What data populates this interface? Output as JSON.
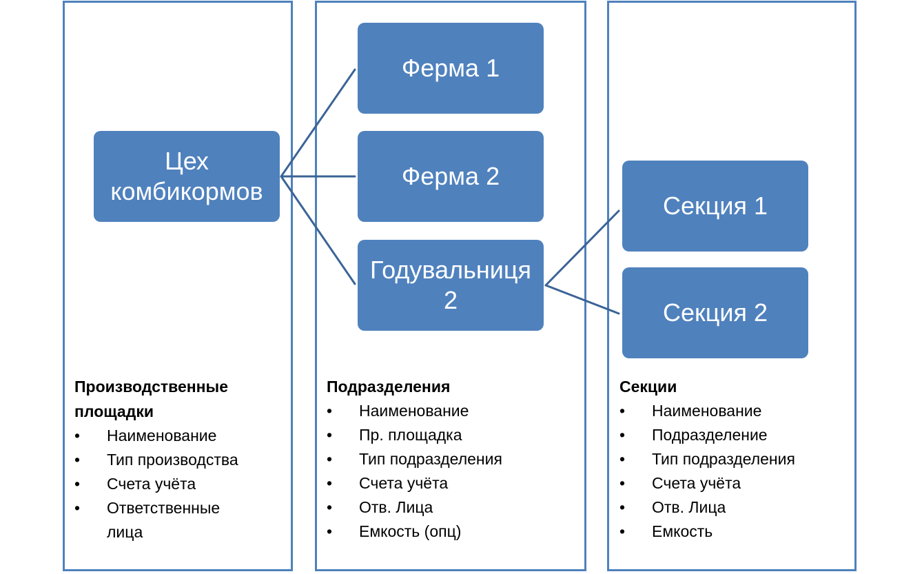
{
  "colors": {
    "box_fill": "#4f81bd",
    "border": "#4f81bd",
    "connector": "#3b6496",
    "box_text": "#ffffff"
  },
  "boxes": {
    "workshop": "Цех комбикормов",
    "farm1": "Ферма 1",
    "farm2": "Ферма 2",
    "feeder": "Годувальниця 2",
    "section1": "Секция 1",
    "section2": "Секция 2"
  },
  "columns": [
    {
      "title": "Производственные площадки",
      "items": [
        "Наименование",
        "Тип производства",
        "Счета учёта",
        "Ответственные лица"
      ]
    },
    {
      "title": "Подразделения",
      "items": [
        "Наименование",
        "Пр. площадка",
        "Тип подразделения",
        "Счета учёта",
        "Отв. Лица",
        "Емкость (опц)"
      ]
    },
    {
      "title": "Секции",
      "items": [
        "Наименование",
        "Подразделение",
        "Тип подразделения",
        "Счета учёта",
        "Отв. Лица",
        "Емкость"
      ]
    }
  ]
}
